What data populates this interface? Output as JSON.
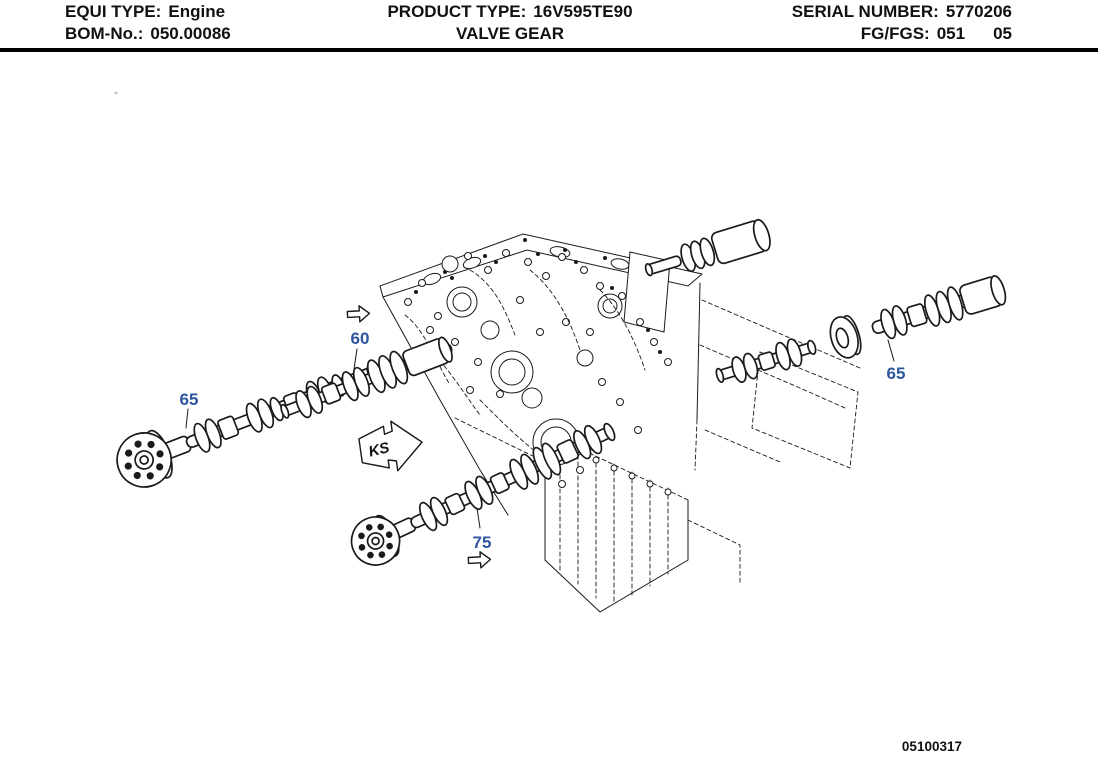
{
  "header": {
    "equi_type_label": "EQUI TYPE:",
    "equi_type_value": "Engine",
    "bom_label": "BOM-No.:",
    "bom_value": "050.00086",
    "product_type_label": "PRODUCT TYPE:",
    "product_type_value": "16V595TE90",
    "page_title": "VALVE GEAR",
    "serial_label": "SERIAL NUMBER:",
    "serial_value": "5770206",
    "fg_fgs_label": "FG/FGS:",
    "fg_value": "051",
    "fgs_value": "05"
  },
  "diagram": {
    "callouts": [
      {
        "label": "60"
      },
      {
        "label": "65"
      },
      {
        "label": "75"
      },
      {
        "label": "65"
      }
    ],
    "direction_marker": "KS",
    "figure_number": "05100317",
    "callout_color": "#2d55a0",
    "line_color": "#1a1a1a"
  }
}
